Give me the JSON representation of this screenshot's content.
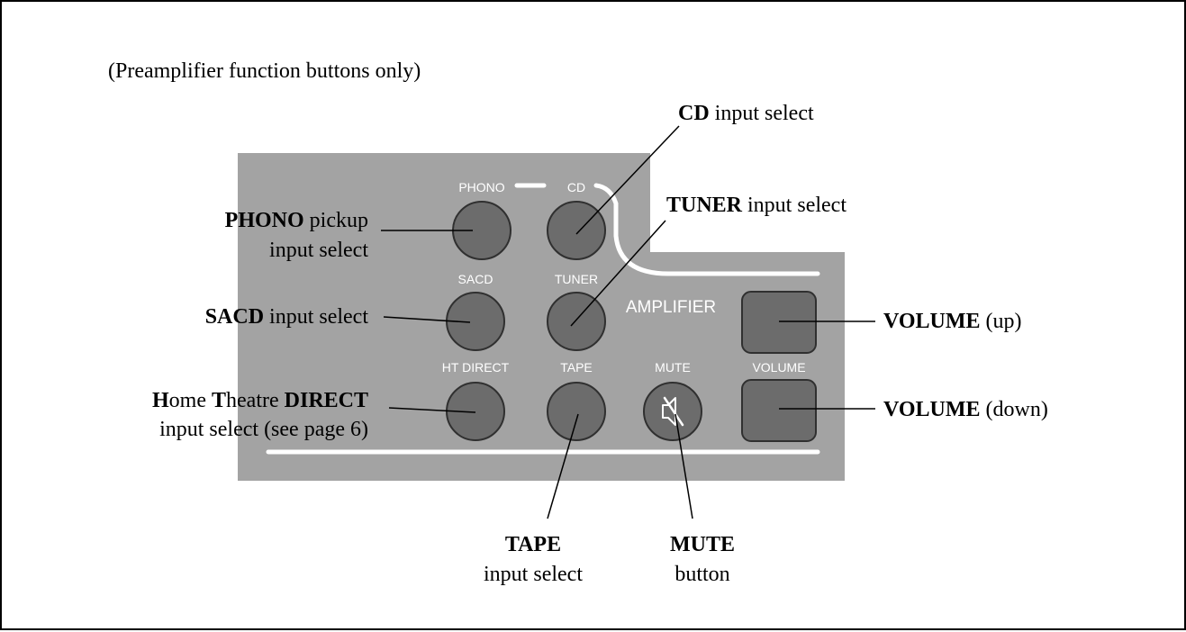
{
  "note": "(Preamplifier function buttons only)",
  "panel": {
    "labels": {
      "phono": "PHONO",
      "cd": "CD",
      "sacd": "SACD",
      "tuner": "TUNER",
      "ht_direct": "HT DIRECT",
      "tape": "TAPE",
      "mute": "MUTE",
      "volume": "VOLUME",
      "section": "AMPLIFIER"
    },
    "colors": {
      "panel": "#a3a3a3",
      "button": "#6c6c6c",
      "stripe": "#ffffff",
      "mute_icon": "mute-speaker-icon"
    }
  },
  "callouts": {
    "phono": {
      "bold": "PHONO",
      "rest": " pickup",
      "line2": "input select"
    },
    "cd": {
      "bold": "CD",
      "rest": " input select"
    },
    "tuner": {
      "bold": "TUNER",
      "rest": " input select"
    },
    "sacd": {
      "bold": "SACD",
      "rest": " input select"
    },
    "ht": {
      "h": "H",
      "ome": "ome ",
      "t": "T",
      "heatre": "heatre ",
      "direct": "DIRECT",
      "line2": "input select (see page 6)"
    },
    "vol_up": {
      "bold": "VOLUME",
      "rest": " (up)"
    },
    "vol_down": {
      "bold": "VOLUME",
      "rest": " (down)"
    },
    "tape": {
      "bold": "TAPE",
      "line2": "input select"
    },
    "mute": {
      "bold": "MUTE",
      "line2": "button"
    }
  }
}
